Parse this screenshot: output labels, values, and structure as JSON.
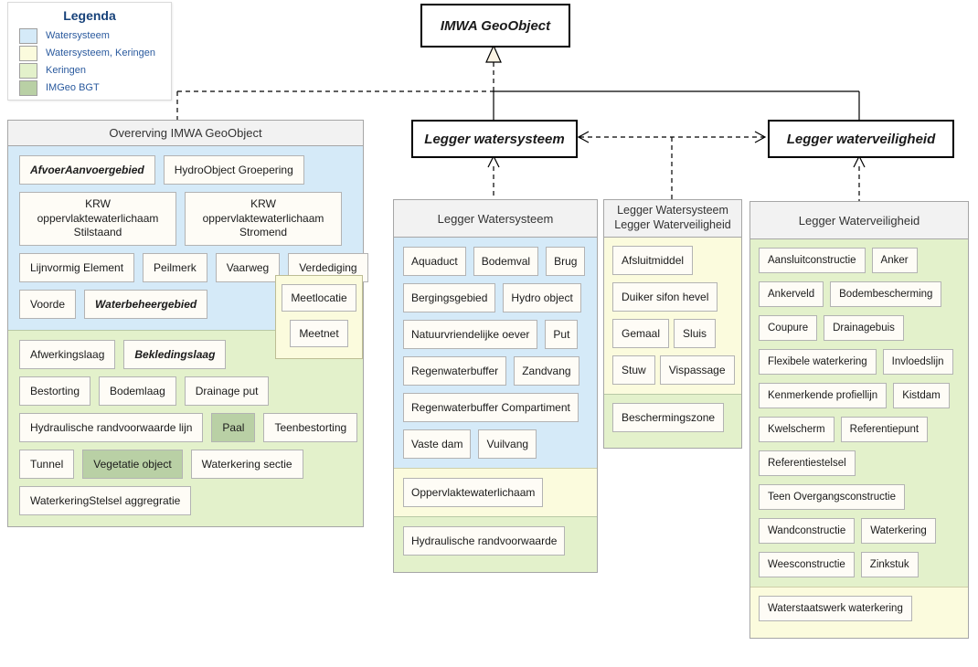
{
  "legend": {
    "title": "Legenda",
    "items": [
      {
        "label": "Watersysteem",
        "color": "#d5eaf8"
      },
      {
        "label": "Watersysteem, Keringen",
        "color": "#fbfbdd"
      },
      {
        "label": "Keringen",
        "color": "#e3f1cb"
      },
      {
        "label": "IMGeo BGT",
        "color": "#b9d0a5"
      }
    ]
  },
  "classes": {
    "root": "IMWA GeoObject",
    "legger_watersysteem": "Legger watersysteem",
    "legger_waterveiligheid": "Legger waterveiligheid"
  },
  "overerving": {
    "title": "Overerving IMWA GeoObject",
    "watersysteem_items": [
      "AfvoerAanvoergebied",
      "HydroObject Groepering",
      "KRW oppervlaktewaterlichaam Stilstaand",
      "KRW oppervlaktewaterlichaam Stromend",
      "Lijnvormig Element",
      "Peilmerk",
      "Vaarweg",
      "Verdediging",
      "Voorde",
      "Waterbeheergebied"
    ],
    "meet_items": [
      "Meetlocatie",
      "Meetnet"
    ],
    "keringen_items": [
      "Afwerkingslaag",
      "Bekledingslaag",
      "Bestorting",
      "Bodemlaag",
      "Drainage put",
      "Hydraulische randvoorwaarde lijn",
      "Paal",
      "Teenbestorting",
      "Tunnel",
      "Vegetatie object",
      "Waterkering sectie",
      "WaterkeringStelsel aggregratie"
    ]
  },
  "legger_watersysteem": {
    "title": "Legger Watersysteem",
    "watersysteem_items": [
      "Aquaduct",
      "Bodemval",
      "Brug",
      "Bergingsgebied",
      "Hydro object",
      "Natuurvriendelijke oever",
      "Put",
      "Regenwaterbuffer",
      "Zandvang",
      "Regenwaterbuffer Compartiment",
      "Vaste dam",
      "Vuilvang"
    ],
    "watersysteem_keringen_items": [
      "Oppervlaktewaterlichaam"
    ],
    "keringen_items": [
      "Hydraulische randvoorwaarde"
    ]
  },
  "legger_watersysteem_waterveiligheid": {
    "title_line1": "Legger Watersysteem",
    "title_line2": "Legger Waterveiligheid",
    "watersysteem_keringen_items": [
      "Afsluitmiddel",
      "Duiker sifon hevel",
      "Gemaal",
      "Sluis",
      "Stuw",
      "Vispassage"
    ],
    "keringen_items": [
      "Beschermingszone"
    ]
  },
  "legger_waterveiligheid": {
    "title": "Legger Waterveiligheid",
    "keringen_items": [
      "Aansluitconstructie",
      "Anker",
      "Ankerveld",
      "Bodembescherming",
      "Coupure",
      "Drainagebuis",
      "Flexibele waterkering",
      "Invloedslijn",
      "Kenmerkende profiellijn",
      "Kistdam",
      "Kwelscherm",
      "Referentiepunt",
      "Referentiestelsel",
      "Teen Overgangsconstructie",
      "Wandconstructie",
      "Waterkering",
      "Weesconstructie",
      "Zinkstuk"
    ],
    "watersysteem_keringen_items": [
      "Waterstaatswerk waterkering"
    ]
  },
  "colors": {
    "watersysteem": "#d5eaf8",
    "watersysteem_keringen": "#fbfbdd",
    "keringen": "#e3f1cb",
    "imgeo_bgt": "#b9d0a5",
    "legend_text": "#2a5a9e",
    "container_header": "#f2f2f2"
  }
}
